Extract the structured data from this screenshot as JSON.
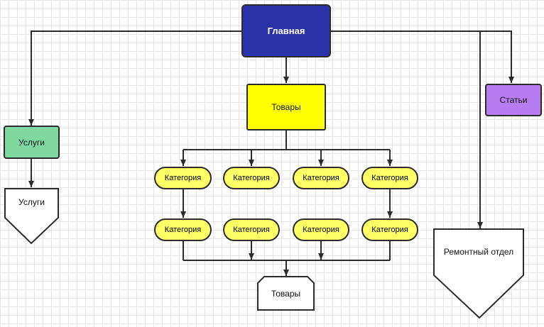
{
  "nodes": {
    "main": "Главная",
    "goods_top": "Товары",
    "articles": "Статьи",
    "services_box": "Услуги",
    "services_page": "Услуги",
    "categories_row1": [
      "Категория",
      "Категория",
      "Категория",
      "Категория"
    ],
    "categories_row2": [
      "Категория",
      "Категория",
      "Категория",
      "Категория"
    ],
    "goods_bottom": "Товары",
    "repair": "Ремонтный отдел"
  },
  "colors": {
    "main": "#2a32a8",
    "main_text": "#ffffff",
    "goods_top": "#ffff00",
    "articles": "#b77cf0",
    "services_box": "#7ed9a0",
    "category": "#ffff66",
    "stroke": "#2b2b2b"
  }
}
